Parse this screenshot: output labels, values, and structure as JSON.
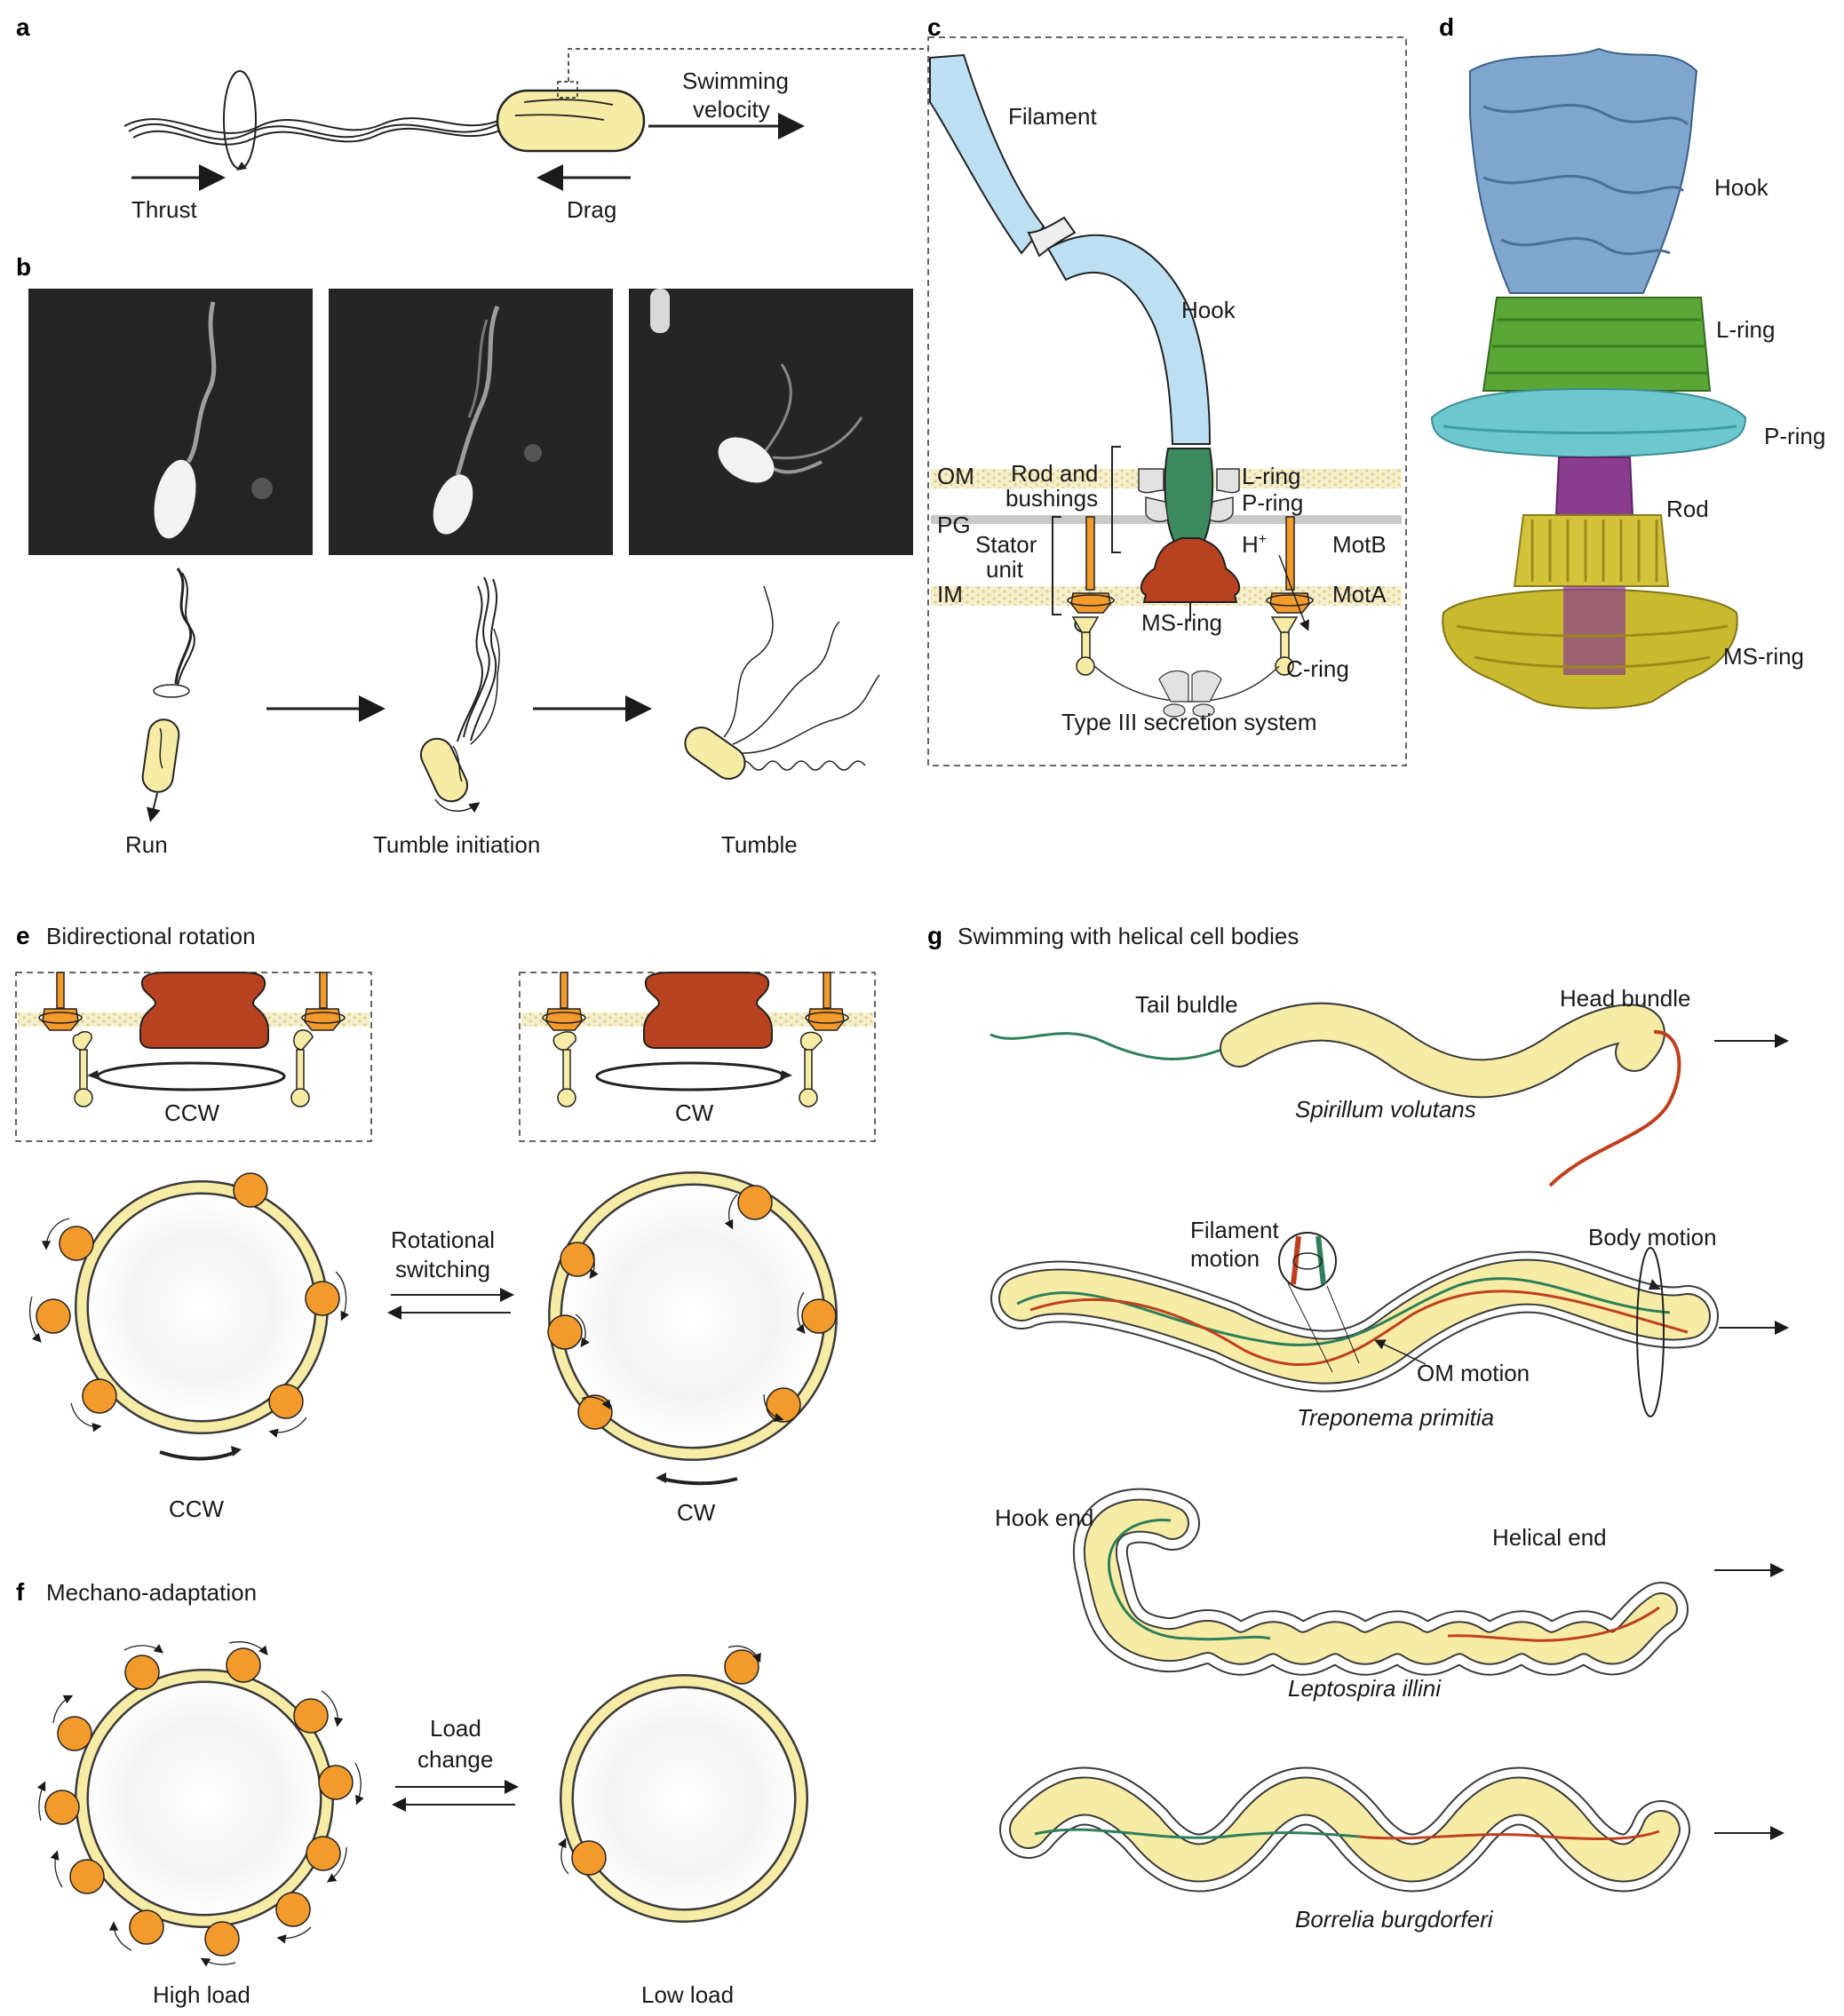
{
  "panels": {
    "a": {
      "letter": "a",
      "swimming_velocity_1": "Swimming",
      "swimming_velocity_2": "velocity",
      "thrust": "Thrust",
      "drag": "Drag"
    },
    "b": {
      "letter": "b",
      "run": "Run",
      "tumble_initiation": "Tumble initiation",
      "tumble": "Tumble"
    },
    "c": {
      "letter": "c",
      "filament": "Filament",
      "hook": "Hook",
      "om": "OM",
      "pg": "PG",
      "im": "IM",
      "rod_and_1": "Rod and",
      "rod_and_2": "bushings",
      "stator_1": "Stator",
      "stator_2": "unit",
      "l_ring": "L-ring",
      "p_ring": "P-ring",
      "h_plus": "H",
      "h_plus_sup": "+",
      "motb": "MotB",
      "mota": "MotA",
      "ms_ring": "MS-ring",
      "c_ring": "C-ring",
      "t3ss": "Type III secretion system"
    },
    "d": {
      "letter": "d",
      "hook": "Hook",
      "l_ring": "L-ring",
      "p_ring": "P-ring",
      "rod": "Rod",
      "ms_ring": "MS-ring"
    },
    "e": {
      "letter": "e",
      "title": "Bidirectional rotation",
      "ccw": "CCW",
      "cw": "CW",
      "switch_1": "Rotational",
      "switch_2": "switching",
      "ccw_bottom": "CCW",
      "cw_bottom": "CW"
    },
    "f": {
      "letter": "f",
      "title": "Mechano-adaptation",
      "load_1": "Load",
      "load_2": "change",
      "high_load": "High load",
      "low_load": "Low load"
    },
    "g": {
      "letter": "g",
      "title": "Swimming with helical cell bodies",
      "tail_bundle": "Tail buldle",
      "head_bundle": "Head bundle",
      "spirillum": "Spirillum volutans",
      "filament_motion_1": "Filament",
      "filament_motion_2": "motion",
      "body_motion": "Body motion",
      "om_motion": "OM motion",
      "treponema": "Treponema primitia",
      "hook_end": "Hook end",
      "helical_end": "Helical end",
      "leptospira": "Leptospira illini",
      "borrelia": "Borrelia burgdorferi"
    }
  },
  "colors": {
    "cell_yellow": "#f7eca6",
    "cell_outline": "#3a3a3a",
    "stator_orange": "#f39a2c",
    "ms_ring_red": "#b8421f",
    "rod_green": "#3d8a5f",
    "filament_blue": "#bcdff2",
    "tail_green": "#2e7f5a",
    "head_red": "#c0401e",
    "micro_bg": "#1e1e1e",
    "cryo_hook": "#7ea6cf",
    "cryo_lring": "#5aa637",
    "cryo_pring": "#6cc7cf",
    "cryo_rod": "#8a3d8f",
    "cryo_msring": "#c9b92e"
  }
}
